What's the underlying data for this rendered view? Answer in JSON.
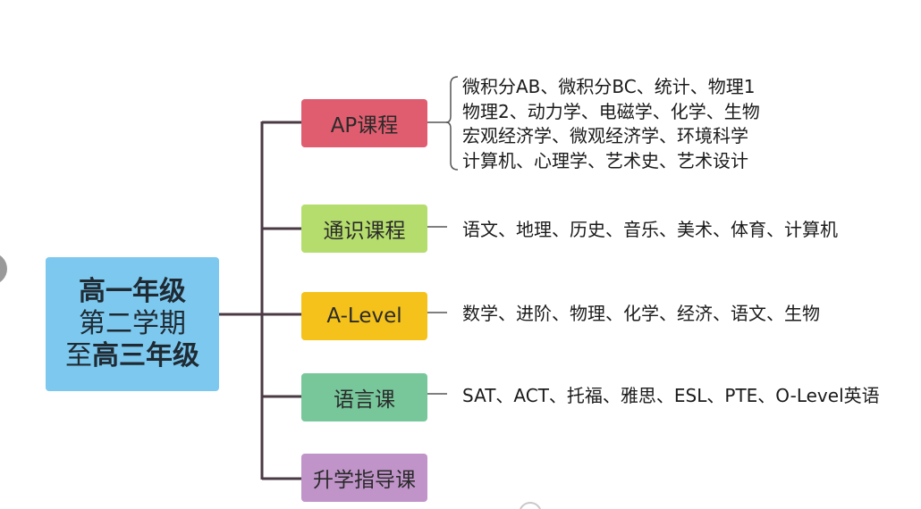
{
  "root": {
    "line1": "高一年级",
    "line2": "第二学期",
    "line3_prefix": "至",
    "line3_bold": "高三年级"
  },
  "branches": [
    {
      "label": "AP课程",
      "color": "#e05d6f",
      "details": [
        "微积分AB、微积分BC、统计、物理1",
        "物理2、动力学、电磁学、化学、生物",
        "宏观经济学、微观经济学、环境科学",
        "计算机、心理学、艺术史、艺术设计"
      ]
    },
    {
      "label": "通识课程",
      "color": "#b5dd6d",
      "details": [
        "语文、地理、历史、音乐、美术、体育、计算机"
      ]
    },
    {
      "label": "A-Level",
      "color": "#f5c21b",
      "details": [
        "数学、进阶、物理、化学、经济、语文、生物"
      ]
    },
    {
      "label": "语言课",
      "color": "#77c79b",
      "details": [
        "SAT、ACT、托福、雅思、ESL、PTE、O-Level英语"
      ]
    },
    {
      "label": "升学指导课",
      "color": "#c094c9",
      "details": []
    }
  ],
  "colors": {
    "root_background": "#7cc8ee",
    "connector": "#4a3a44"
  }
}
